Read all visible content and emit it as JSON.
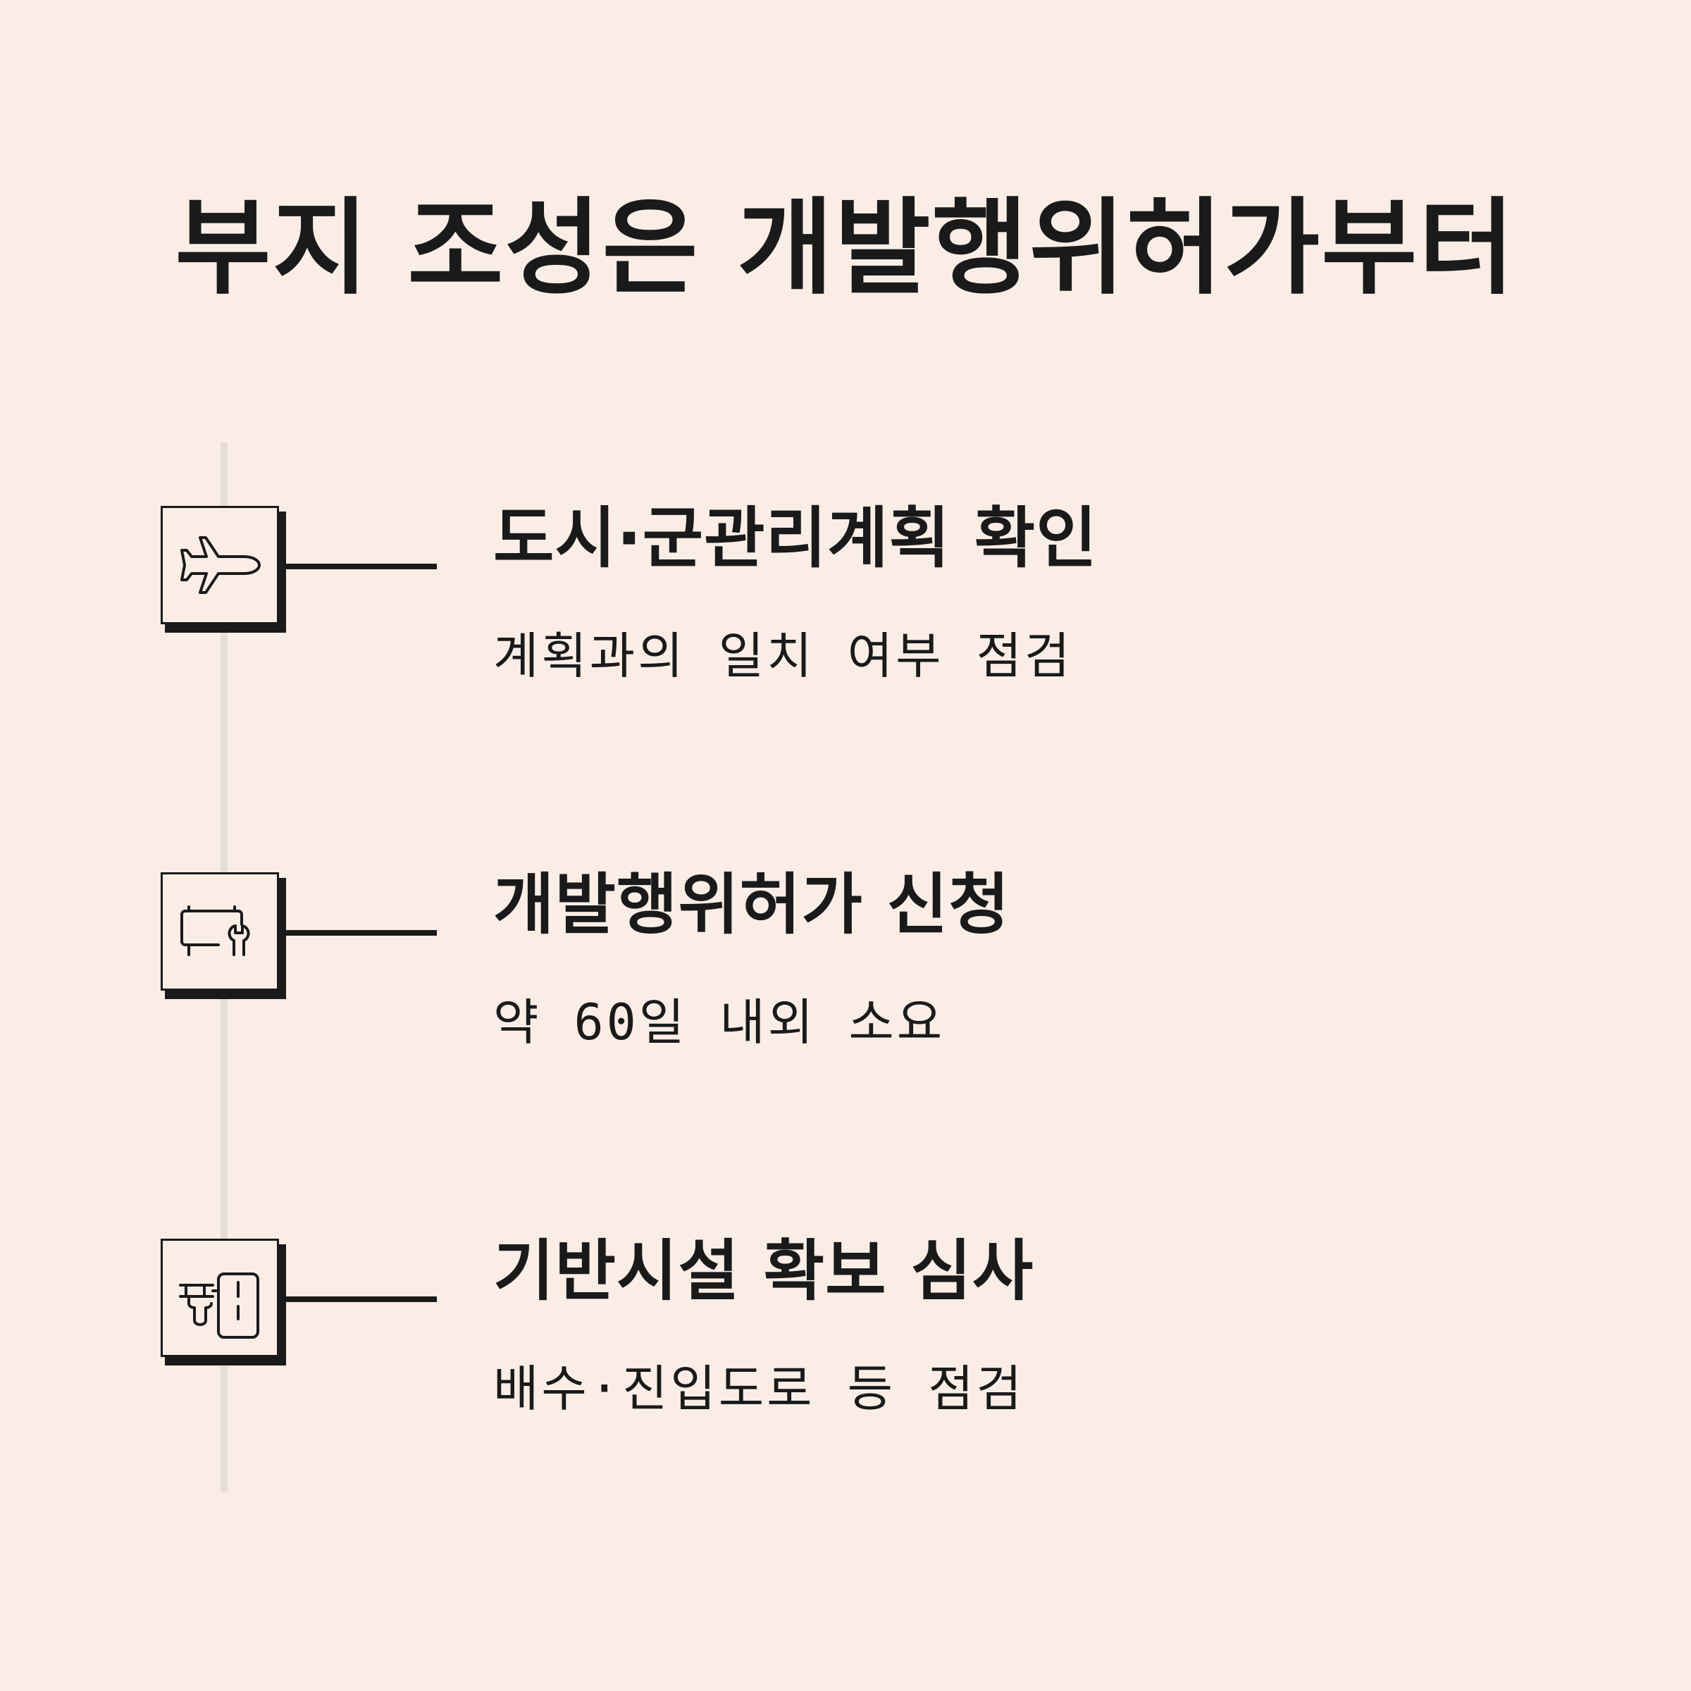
{
  "title": "부지 조성은 개발행위허가부터",
  "steps": [
    {
      "icon": "airplane-icon",
      "title": "도시·군관리계획 확인",
      "description": "계획과의 일치 여부 점검"
    },
    {
      "icon": "billboard-wrench-icon",
      "title": "개발행위허가 신청",
      "description": "약 60일 내외 소요"
    },
    {
      "icon": "pipe-tank-icon",
      "title": "기반시설 확보 심사",
      "description": "배수·진입도로 등 점검"
    }
  ],
  "colors": {
    "background": "#f9ede6",
    "ink": "#1a1a1a",
    "timeline": "#e8ddd6"
  }
}
